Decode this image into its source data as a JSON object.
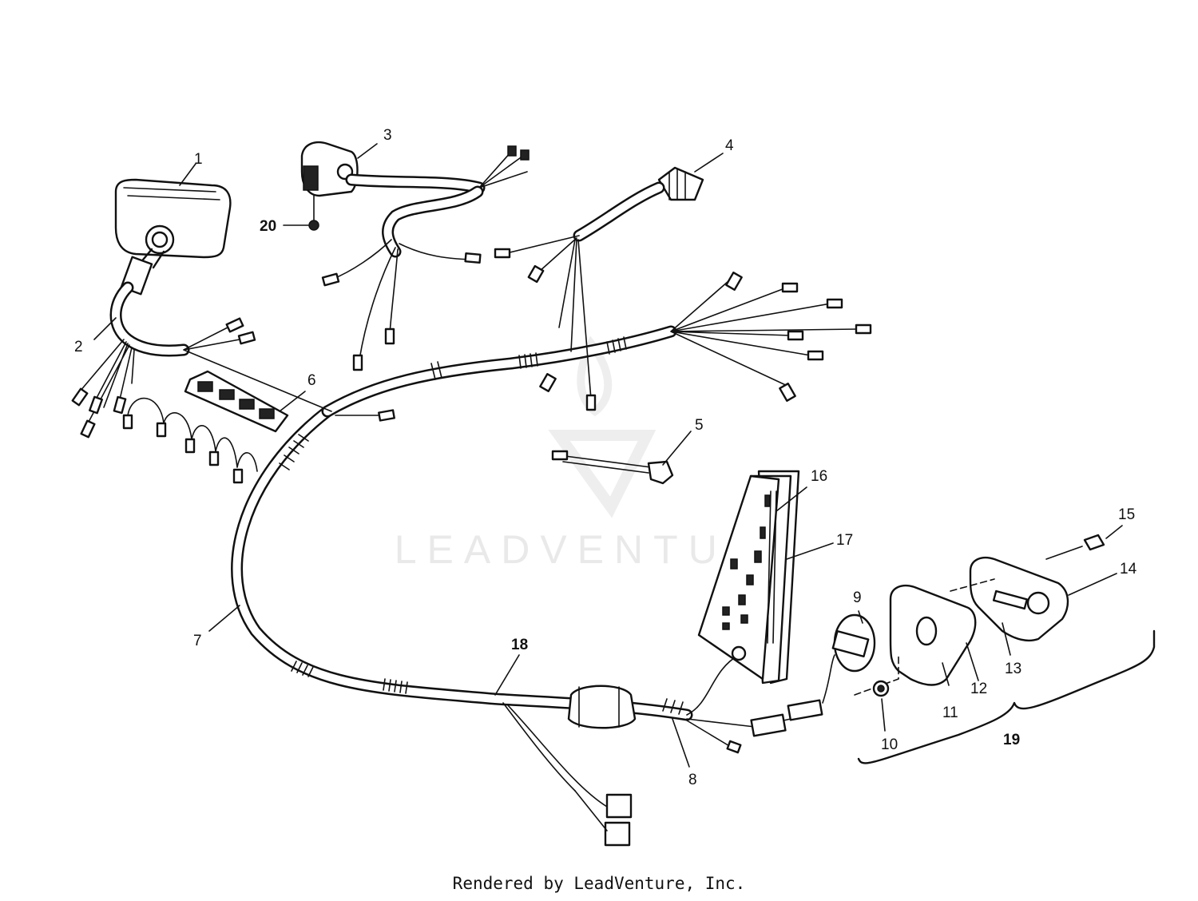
{
  "watermark": {
    "text": "LEADVENTURE"
  },
  "footer": {
    "text": "Rendered by LeadVenture, Inc."
  },
  "callouts": {
    "c1": "1",
    "c2": "2",
    "c3": "3",
    "c4": "4",
    "c5": "5",
    "c6": "6",
    "c7": "7",
    "c8": "8",
    "c9": "9",
    "c10": "10",
    "c11": "11",
    "c12": "12",
    "c13": "13",
    "c14": "14",
    "c15": "15",
    "c16": "16",
    "c17": "17",
    "c18": "18",
    "c19": "19",
    "c20": "20"
  }
}
